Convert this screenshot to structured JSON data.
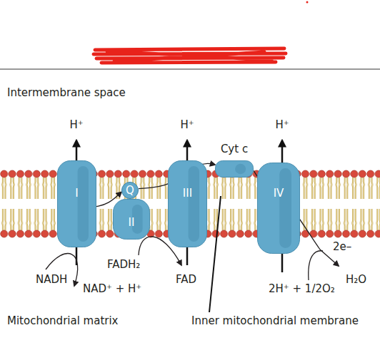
{
  "diagram": {
    "nodes": [
      {
        "text": [
          "I"
        ]
      },
      {
        "text": [
          "Q"
        ]
      },
      {
        "text": [
          "II"
        ]
      },
      {
        "text": [
          "III"
        ]
      },
      {
        "text": [
          "Cyt c"
        ]
      },
      {
        "text": [
          "IV"
        ]
      }
    ],
    "edges": [
      {
        "from": 0,
        "to": 1,
        "arrow": "to"
      },
      {
        "from": 1,
        "to": 4,
        "arrow": "to"
      },
      {
        "from": 4,
        "to": 5,
        "arrow": "none"
      }
    ],
    "labels": [
      "Intermembrane space",
      "H⁺",
      "H⁺",
      "H⁺",
      "NADH",
      "NAD⁺ + H⁺",
      "FADH₂",
      "FAD",
      "2H⁺ + 1/2O₂",
      "2e–",
      "H₂O",
      "Mitochondrial matrix",
      "Inner mitochondrial membrane"
    ]
  }
}
